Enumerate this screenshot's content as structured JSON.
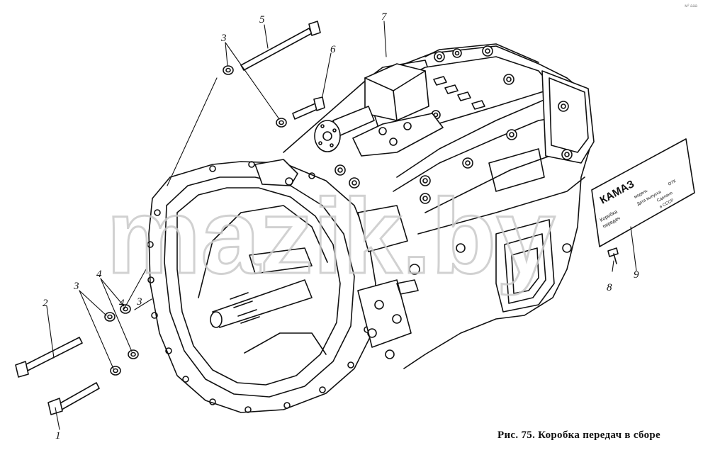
{
  "figure": {
    "caption": "Рис. 75. Коробка передач в сборе",
    "watermark": "mazik.by",
    "corner_mark": "м² ааа"
  },
  "callouts": [
    "1",
    "2",
    "3",
    "3",
    "3",
    "4",
    "4",
    "5",
    "6",
    "7",
    "8",
    "9"
  ],
  "nameplate": {
    "brand": "КАМАЗ",
    "line1": "Коробка",
    "line2": "передач",
    "line3": "модель",
    "line4": "Дата выпуска",
    "line5": "ОТК",
    "line6": "Сделано",
    "line7": "в СССР"
  }
}
